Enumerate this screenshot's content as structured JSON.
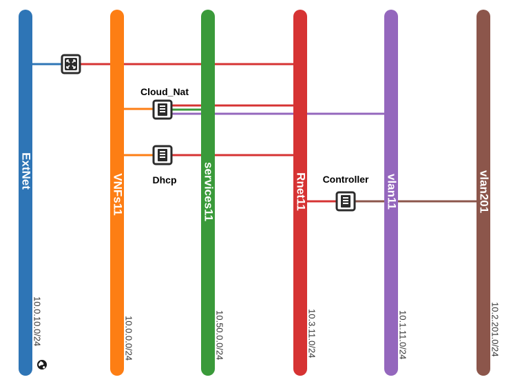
{
  "networks": [
    {
      "id": "extnet",
      "name": "ExtNet",
      "cidr": "10.0.10.0/24",
      "color": "#2e75b6",
      "external": true
    },
    {
      "id": "vnfs11",
      "name": "VNFs11",
      "cidr": "10.0.0.0/24",
      "color": "#fd7e14",
      "external": false
    },
    {
      "id": "services11",
      "name": "services11",
      "cidr": "10.50.0.0/24",
      "color": "#3a9a3a",
      "external": false
    },
    {
      "id": "rnet11",
      "name": "Rnet11",
      "cidr": "10.3.11.0/24",
      "color": "#d63333",
      "external": false
    },
    {
      "id": "vlan11",
      "name": "vlan11",
      "cidr": "10.1.11.0/24",
      "color": "#9467bd",
      "external": false
    },
    {
      "id": "vlan201",
      "name": "vlan201",
      "cidr": "10.2.201.0/24",
      "color": "#8c564b",
      "external": false
    }
  ],
  "nodes": [
    {
      "id": "router",
      "type": "router",
      "label": ""
    },
    {
      "id": "cloud_nat",
      "type": "instance",
      "label": "Cloud_Nat"
    },
    {
      "id": "dhcp",
      "type": "instance",
      "label": "Dhcp"
    },
    {
      "id": "controller",
      "type": "instance",
      "label": "Controller"
    }
  ],
  "links": [
    {
      "node": "router",
      "network": "extnet"
    },
    {
      "node": "router",
      "network": "rnet11"
    },
    {
      "node": "cloud_nat",
      "network": "vnfs11"
    },
    {
      "node": "cloud_nat",
      "network": "services11"
    },
    {
      "node": "cloud_nat",
      "network": "rnet11"
    },
    {
      "node": "cloud_nat",
      "network": "vlan11"
    },
    {
      "node": "dhcp",
      "network": "vnfs11"
    },
    {
      "node": "dhcp",
      "network": "rnet11"
    },
    {
      "node": "controller",
      "network": "rnet11"
    },
    {
      "node": "controller",
      "network": "vlan201"
    }
  ],
  "icons": {
    "router": "router-icon",
    "instance": "server-icon",
    "external": "globe-icon"
  }
}
